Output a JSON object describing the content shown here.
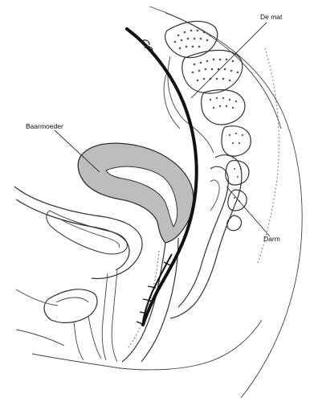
{
  "figure": {
    "labels": {
      "uterus": "Baarmoeder",
      "mesh": "De mat",
      "bowel": "Darm"
    }
  }
}
